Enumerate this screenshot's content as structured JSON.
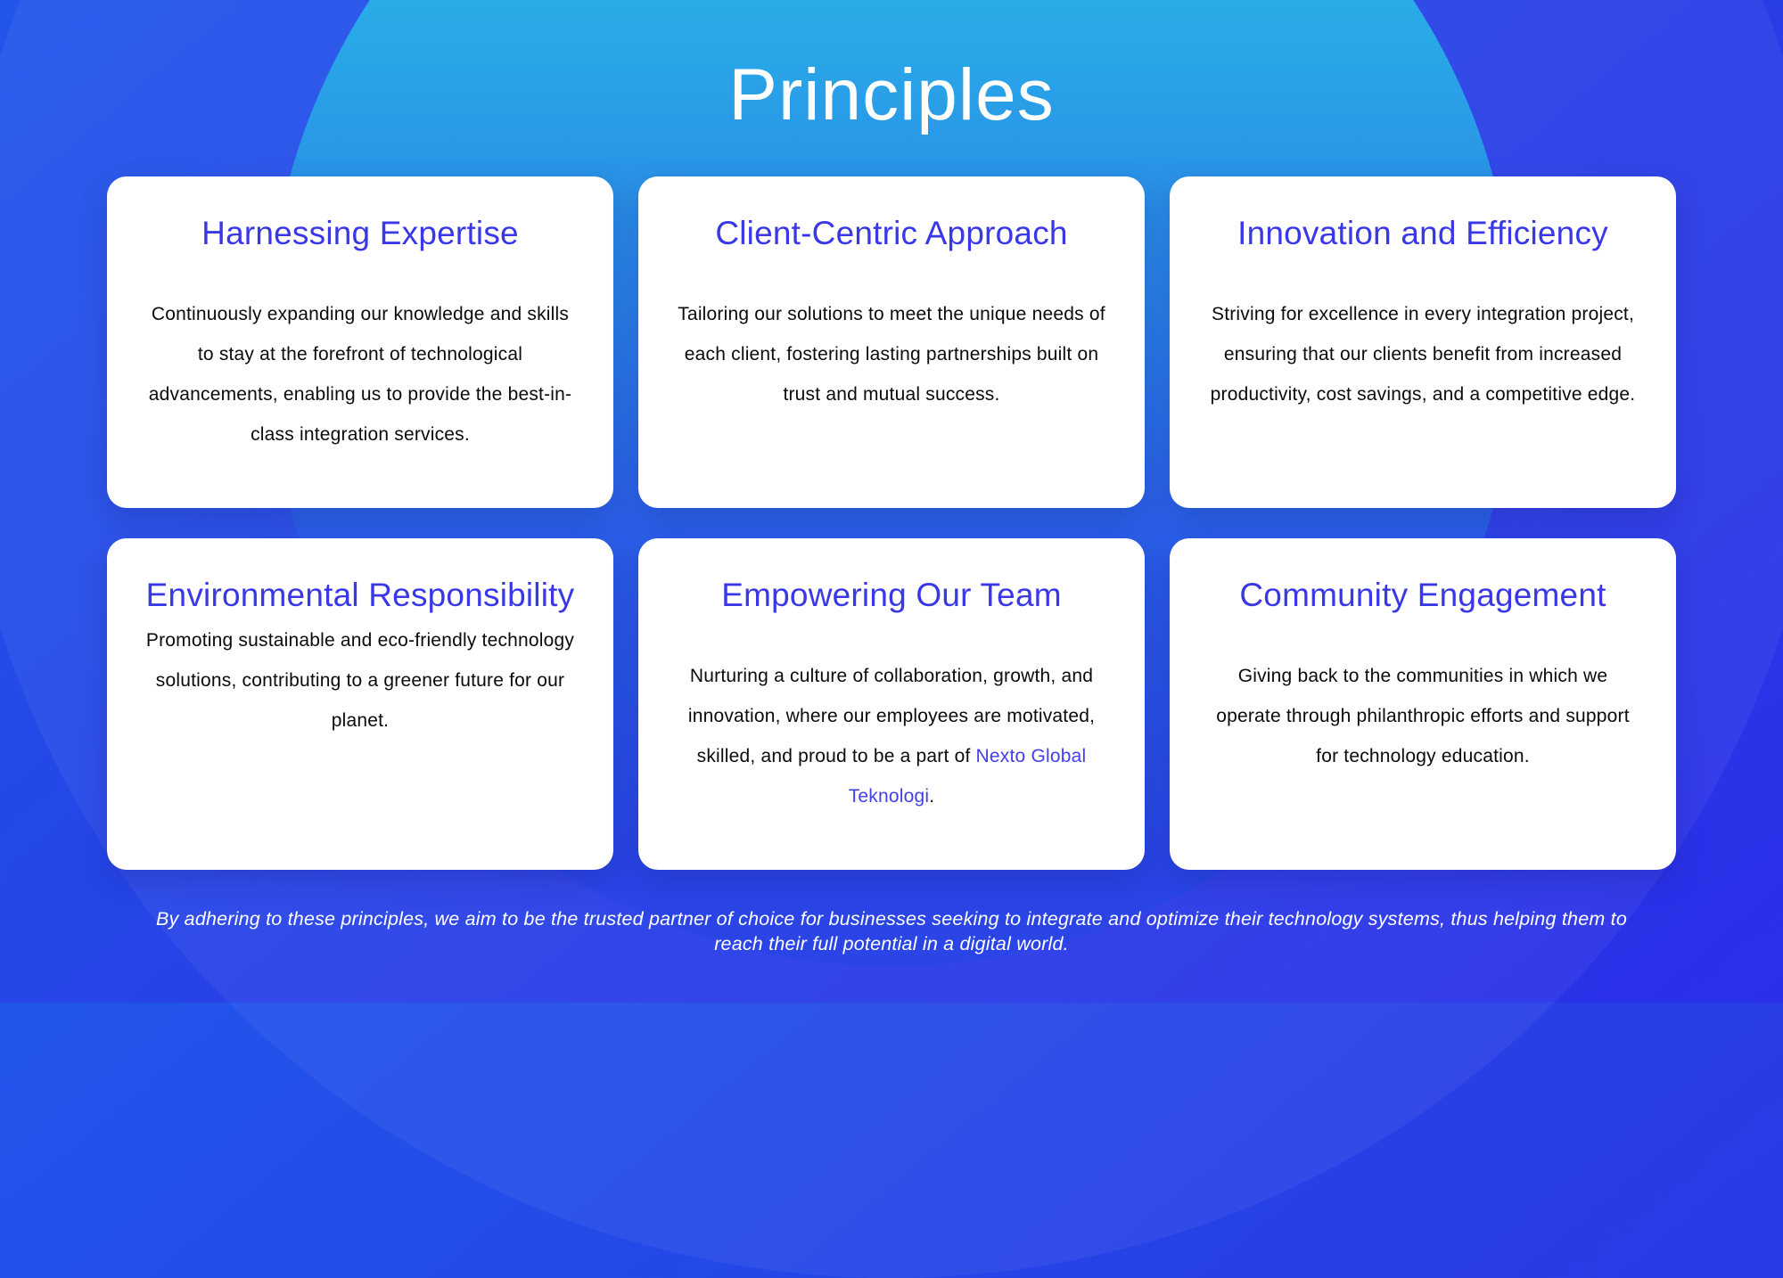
{
  "page_title": "Principles",
  "colors": {
    "card_heading": "#3a38e6",
    "link": "#423fee",
    "background_base": "#2b2fe9",
    "background_glow_top": "#2cc3ea",
    "card_background": "#ffffff"
  },
  "cards": [
    {
      "title": "Harnessing Expertise",
      "body": "Continuously expanding our knowledge and skills to stay at the forefront of technological advancements, enabling us to provide the best-in-class integration services."
    },
    {
      "title": "Client-Centric Approach",
      "body": "Tailoring our solutions to meet the unique needs of each client, fostering lasting partnerships built on trust and mutual success."
    },
    {
      "title": "Innovation and Efficiency",
      "body": "Striving for excellence in every integration project, ensuring that our clients benefit from increased productivity, cost savings, and a competitive edge."
    },
    {
      "title": "Environmental Responsibility",
      "body": "Promoting sustainable and eco-friendly technology solutions, contributing to a greener future for our planet."
    },
    {
      "title": "Empowering Our Team",
      "body": "Nurturing a culture of collaboration, growth, and innovation, where our employees are motivated, skilled, and proud to be a part of",
      "link_label": "Nexto Global Teknologi",
      "body_suffix": "."
    },
    {
      "title": "Community Engagement",
      "body": "Giving back to the communities in which we operate through philanthropic efforts and support for technology education."
    }
  ],
  "footer": {
    "text": "By adhering to these principles, we aim to be the trusted partner of choice for businesses seeking to integrate and optimize their technology systems, thus helping them to reach their full potential in a digital world."
  }
}
